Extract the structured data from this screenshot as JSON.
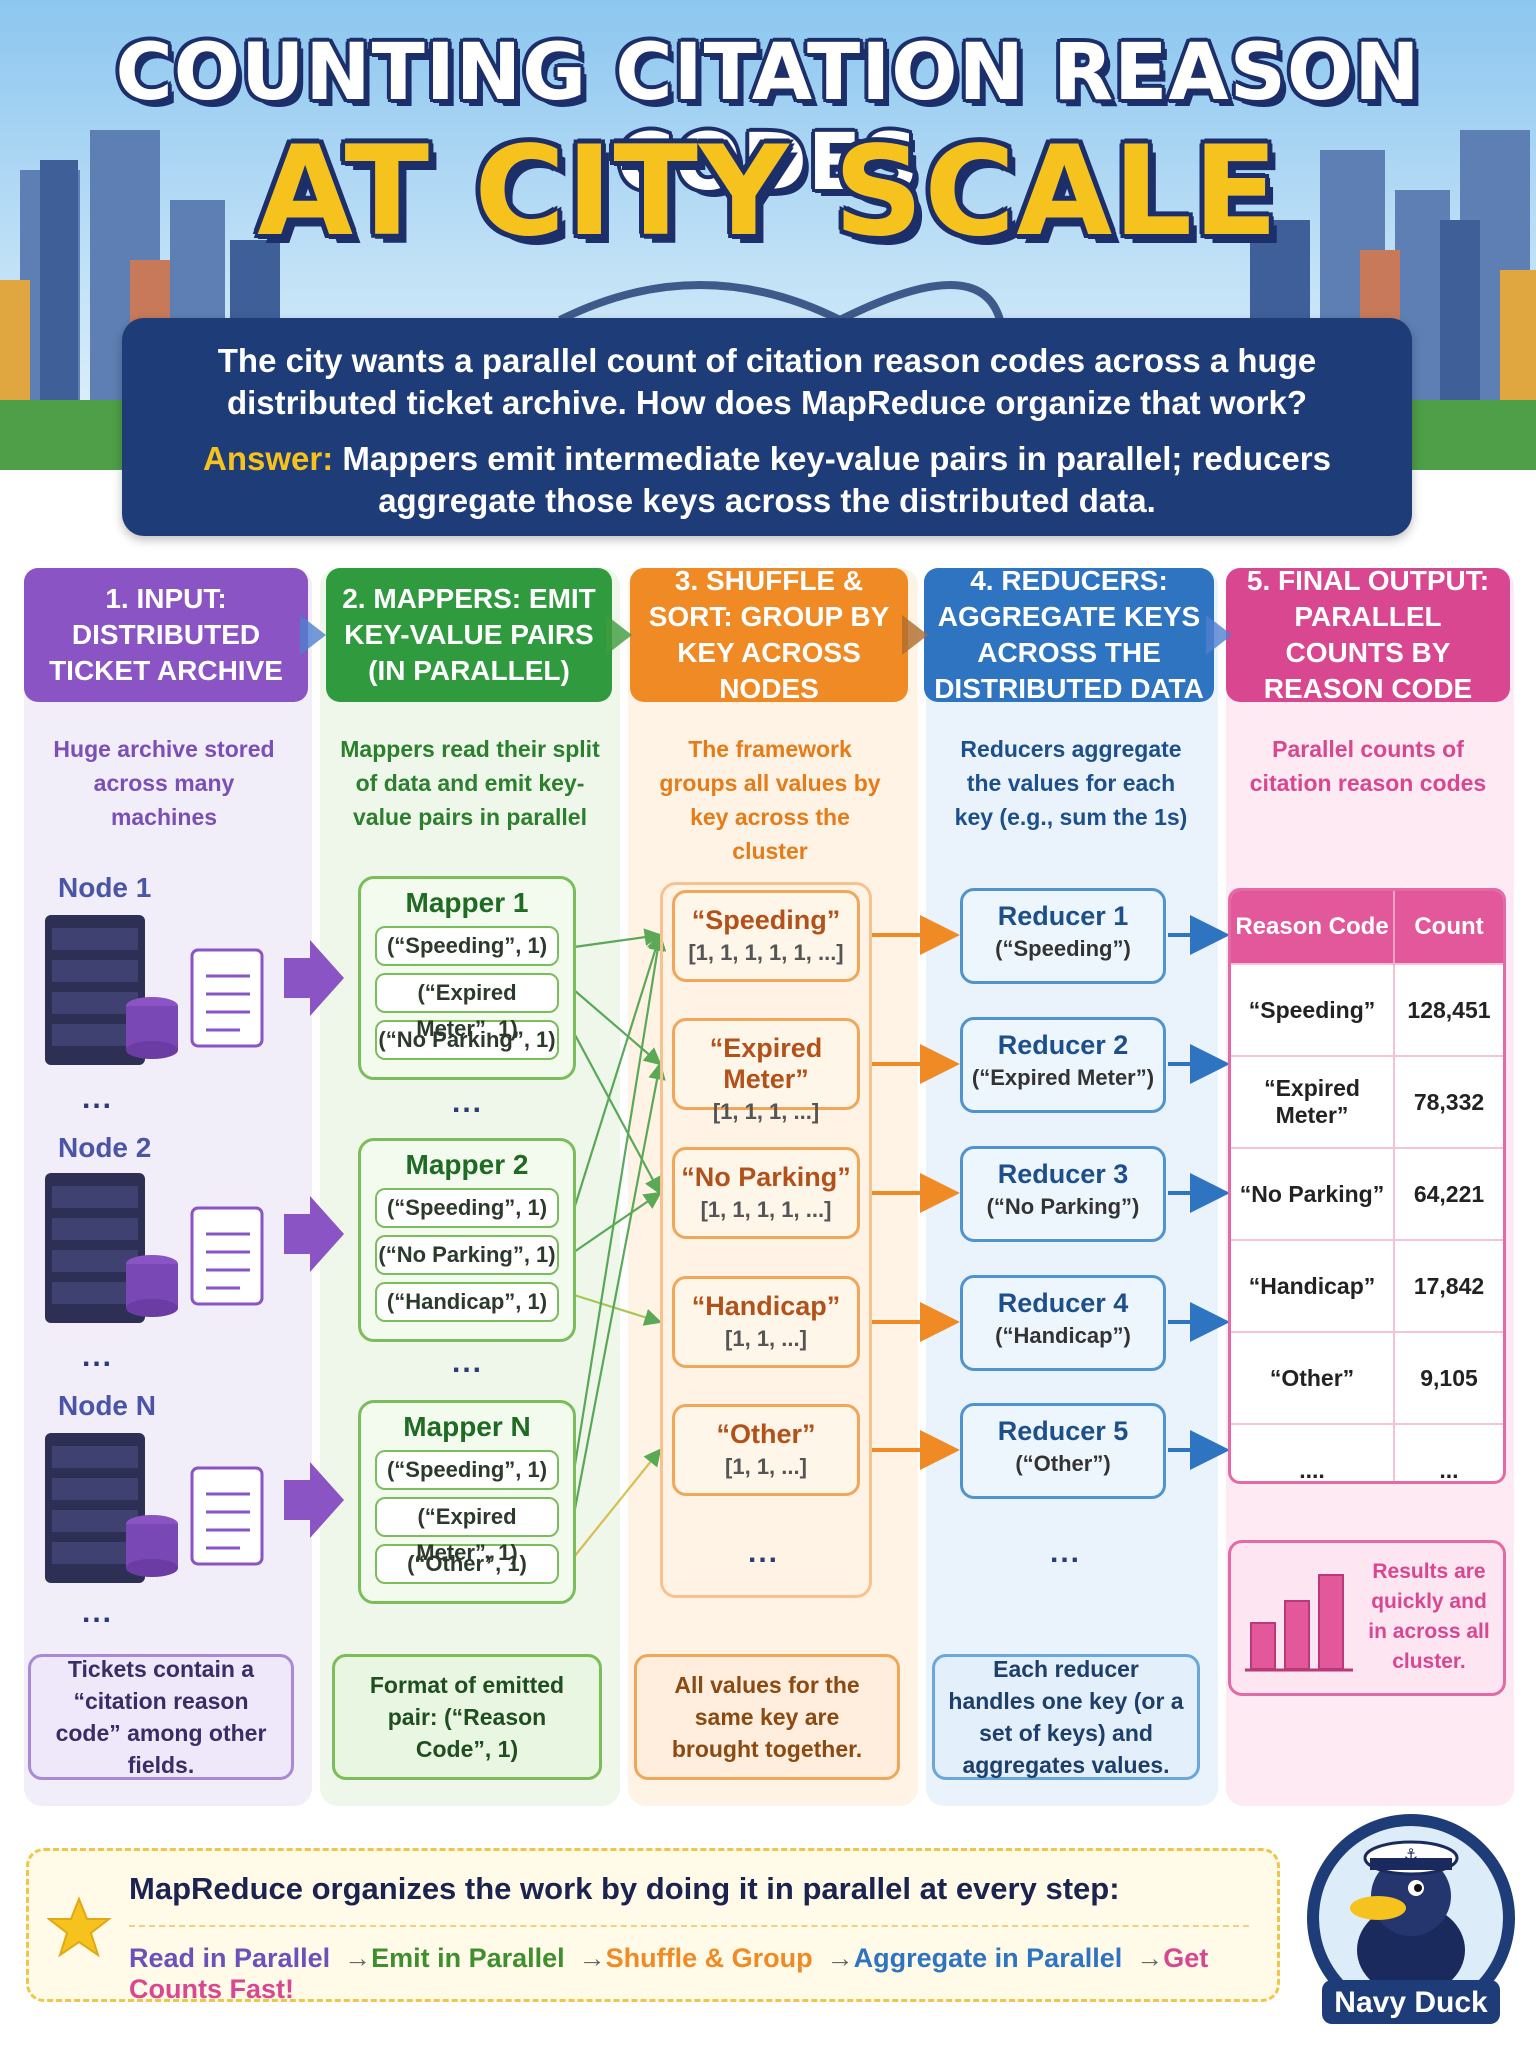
{
  "header": {
    "title_line1": "COUNTING CITATION REASON CODES",
    "title_line2": "AT CITY SCALE",
    "question": "The city wants a parallel count of citation reason codes across a huge distributed ticket archive. How does MapReduce organize that work?",
    "answer_label": "Answer:",
    "answer_text": " Mappers emit intermediate key-value pairs in parallel; reducers aggregate those keys across the distributed data."
  },
  "columns": [
    {
      "title": "1. INPUT: DISTRIBUTED TICKET ARCHIVE",
      "desc": "Huge archive stored across many machines",
      "note": "Tickets contain a “citation reason code” among other fields.",
      "color": "#8a54c4"
    },
    {
      "title": "2. MAPPERS: EMIT KEY-VALUE PAIRS (IN PARALLEL)",
      "desc": "Mappers read their split of data and emit key-value pairs in parallel",
      "note": "Format of emitted pair: (“Reason Code”, 1)",
      "color": "#2f9b3e"
    },
    {
      "title": "3. SHUFFLE & SORT: GROUP BY KEY ACROSS NODES",
      "desc": "The framework groups all values by key across the cluster",
      "note": "All values for the same key are brought together.",
      "color": "#f08a24"
    },
    {
      "title": "4. REDUCERS: AGGREGATE KEYS ACROSS THE DISTRIBUTED DATA",
      "desc": "Reducers aggregate the values for each key (e.g., sum the 1s)",
      "note": "Each reducer handles one key (or a set of keys) and aggregates values.",
      "color": "#2f74c0"
    },
    {
      "title": "5. FINAL OUTPUT: PARALLEL COUNTS BY REASON CODE",
      "desc": "Parallel counts of citation reason codes",
      "note": "",
      "color": "#d8478f"
    }
  ],
  "nodes": [
    "Node 1",
    "Node 2",
    "Node N"
  ],
  "ellipsis": "...",
  "mappers": [
    {
      "title": "Mapper 1",
      "pairs": [
        "(“Speeding”, 1)",
        "(“Expired Meter”, 1)",
        "(“No Parking”, 1)"
      ]
    },
    {
      "title": "Mapper 2",
      "pairs": [
        "(“Speeding”, 1)",
        "(“No Parking”, 1)",
        "(“Handicap”, 1)"
      ]
    },
    {
      "title": "Mapper N",
      "pairs": [
        "(“Speeding”, 1)",
        "(“Expired Meter”, 1)",
        "(“Other”, 1)"
      ]
    }
  ],
  "groups": [
    {
      "key": "“Speeding”",
      "values": "[1, 1, 1, 1, 1, ...]"
    },
    {
      "key": "“Expired Meter”",
      "values": "[1, 1, 1, ...]"
    },
    {
      "key": "“No Parking”",
      "values": "[1, 1, 1, 1, ...]"
    },
    {
      "key": "“Handicap”",
      "values": "[1, 1, ...]"
    },
    {
      "key": "“Other”",
      "values": "[1, 1, ...]"
    }
  ],
  "reducers": [
    {
      "title": "Reducer 1",
      "key": "(“Speeding”)"
    },
    {
      "title": "Reducer 2",
      "key": "(“Expired Meter”)"
    },
    {
      "title": "Reducer 3",
      "key": "(“No Parking”)"
    },
    {
      "title": "Reducer 4",
      "key": "(“Handicap”)"
    },
    {
      "title": "Reducer 5",
      "key": "(“Other”)"
    }
  ],
  "output_table": {
    "headers": [
      "Reason Code",
      "Count"
    ],
    "rows": [
      [
        "“Speeding”",
        "128,451"
      ],
      [
        "“Expired Meter”",
        "78,332"
      ],
      [
        "“No Parking”",
        "64,221"
      ],
      [
        "“Handicap”",
        "17,842"
      ],
      [
        "“Other”",
        "9,105"
      ],
      [
        "....",
        "..."
      ]
    ]
  },
  "results_note": "Results are quickly and in across all cluster.",
  "footer": {
    "title": "MapReduce organizes the work by doing it in parallel at every step:",
    "steps": [
      {
        "label": "Read in Parallel",
        "color": "#6a52b8"
      },
      {
        "label": "Emit in Parallel",
        "color": "#3f8f2e"
      },
      {
        "label": "Shuffle & Group",
        "color": "#f08a24"
      },
      {
        "label": "Aggregate in Parallel",
        "color": "#2f74c0"
      },
      {
        "label": "Get Counts Fast!",
        "color": "#d8478f"
      }
    ],
    "arrow": "→"
  },
  "badge": {
    "label": "Navy Duck"
  }
}
